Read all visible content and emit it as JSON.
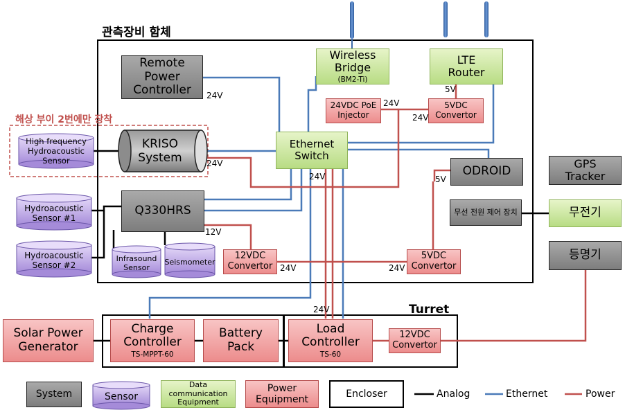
{
  "titles": {
    "enclosure": "관측장비 함체",
    "buoy_note": "해상 부이 2번에만 장착",
    "turret": "Turret"
  },
  "nodes": {
    "remote_power_controller": "Remote\nPower\nController",
    "wireless_bridge": "Wireless\nBridge",
    "wireless_bridge_model": "(BM2-Ti)",
    "lte_router": "LTE\nRouter",
    "poe_injector": "24VDC PoE\nInjector",
    "convertor_5v_top": "5VDC\nConvertor",
    "ethernet_switch": "Ethernet\nSwitch",
    "kriso_system": "KRISO\nSystem",
    "high_freq_sensor": "High frequency\nHydroacoustic\nSensor",
    "odroid": "ODROID",
    "gps_tracker": "GPS\nTracker",
    "q330hrs": "Q330HRS",
    "hydro_sensor_1": "Hydroacoustic\nSensor #1",
    "hydro_sensor_2": "Hydroacoustic\nSensor #2",
    "infrasound_sensor": "Infrasound\nSensor",
    "seismometer": "Seismometer",
    "convertor_12v_mid": "12VDC\nConvertor",
    "convertor_5v_mid": "5VDC\nConvertor",
    "wireless_power_control": "무선 전원 제어 장치",
    "radio": "무전기",
    "light": "등명기",
    "solar_power_generator": "Solar Power\nGenerator",
    "charge_controller": "Charge\nController",
    "charge_controller_model": "TS-MPPT-60",
    "battery_pack": "Battery\nPack",
    "load_controller": "Load\nController",
    "load_controller_model": "TS-60",
    "convertor_12v_turret": "12VDC\nConvertor"
  },
  "voltage_labels": {
    "rpc_24v": "24V",
    "poe_24v": "24V",
    "lte_5v": "5V",
    "conv5_top_24v": "24V",
    "kriso_24v": "24V",
    "switch_24v": "24V",
    "odroid_5v": "5V",
    "q330_12v": "12V",
    "conv12_24v": "24V",
    "conv5_mid_24v": "24V",
    "turret_24v": "24V"
  },
  "legend": {
    "system": "System",
    "sensor": "Sensor",
    "data_comm": "Data communication\nEquipment",
    "power_equipment": "Power\nEquipment",
    "encloser": "Encloser",
    "analog": "Analog",
    "ethernet": "Ethernet",
    "power": "Power"
  },
  "colors": {
    "analog": "#000000",
    "ethernet": "#4a7ab8",
    "power": "#c0504d",
    "system_fill": "#8c8c8c",
    "sensor_fill": "#b49ee0",
    "comm_fill": "#c6e59a",
    "power_fill": "#f0a0a0",
    "note_border": "#c0504d"
  }
}
